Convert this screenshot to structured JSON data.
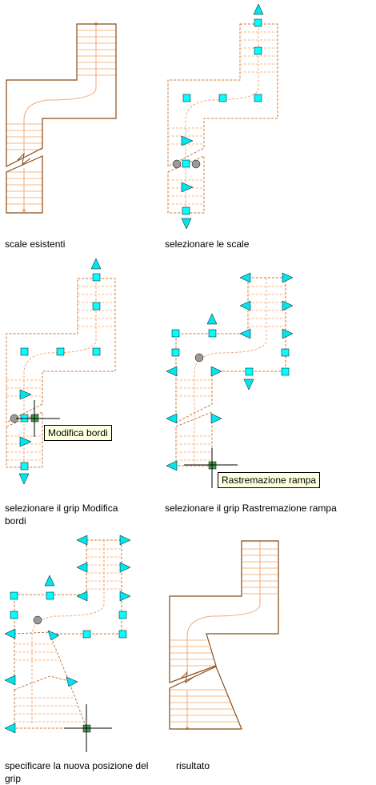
{
  "captions": {
    "c1": "scale esistenti",
    "c2": "selezionare le scale",
    "c3_line1": "selezionare il grip Modifica",
    "c3_line2": "bordi",
    "c4": "selezionare il grip Rastremazione rampa",
    "c5_line1": "specificare la nuova posizione del",
    "c5_line2": "grip",
    "c6": "risultato"
  },
  "tooltips": {
    "edit_edges": "Modifica bordi",
    "taper_ramp": "Rastremazione rampa"
  },
  "colors": {
    "outline": "#8b4a14",
    "tread": "#f5b887",
    "path": "#f0a878",
    "grip": "#00ffff",
    "grip_active": "#3fa34d",
    "grip_neutral": "#9a9a9a"
  }
}
